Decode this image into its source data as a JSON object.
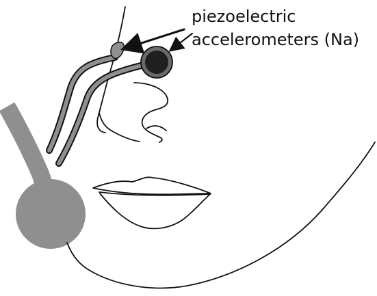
{
  "labels": {
    "line1": "piezoelectric",
    "line2": "accelerometers (Na)"
  },
  "colors": {
    "outline": "#111111",
    "cable_fill": "#8f8f8f",
    "sensor_fill": "#1f1f1f",
    "sensor_ring": "#6a6a6a",
    "background": "#ffffff"
  },
  "icons": {
    "pointer_1": "arrow",
    "pointer_2": "arrow"
  }
}
